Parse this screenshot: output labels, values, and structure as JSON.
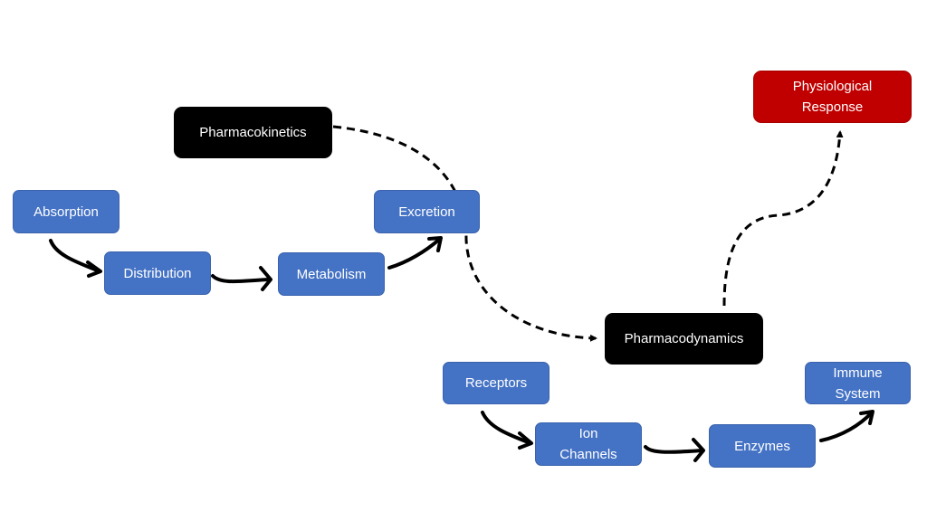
{
  "diagram": {
    "colors": {
      "process": "#4472c4",
      "category": "#000000",
      "outcome": "#c00000",
      "text": "#ffffff"
    },
    "nodes": {
      "pharmacokinetics": "Pharmacokinetics",
      "absorption": "Absorption",
      "distribution": "Distribution",
      "metabolism": "Metabolism",
      "excretion": "Excretion",
      "pharmacodynamics": "Pharmacodynamics",
      "physiological_response": "Physiological\nResponse",
      "receptors": "Receptors",
      "ion_channels": "Ion\nChannels",
      "enzymes": "Enzymes",
      "immune_system": "Immune\nSystem"
    },
    "edges": [
      {
        "from": "absorption",
        "to": "distribution",
        "style": "solid"
      },
      {
        "from": "distribution",
        "to": "metabolism",
        "style": "solid"
      },
      {
        "from": "metabolism",
        "to": "excretion",
        "style": "solid"
      },
      {
        "from": "pharmacokinetics",
        "to": "pharmacodynamics",
        "style": "dashed"
      },
      {
        "from": "pharmacodynamics",
        "to": "physiological_response",
        "style": "dashed"
      },
      {
        "from": "receptors",
        "to": "ion_channels",
        "style": "solid"
      },
      {
        "from": "ion_channels",
        "to": "enzymes",
        "style": "solid"
      },
      {
        "from": "enzymes",
        "to": "immune_system",
        "style": "solid"
      }
    ]
  }
}
